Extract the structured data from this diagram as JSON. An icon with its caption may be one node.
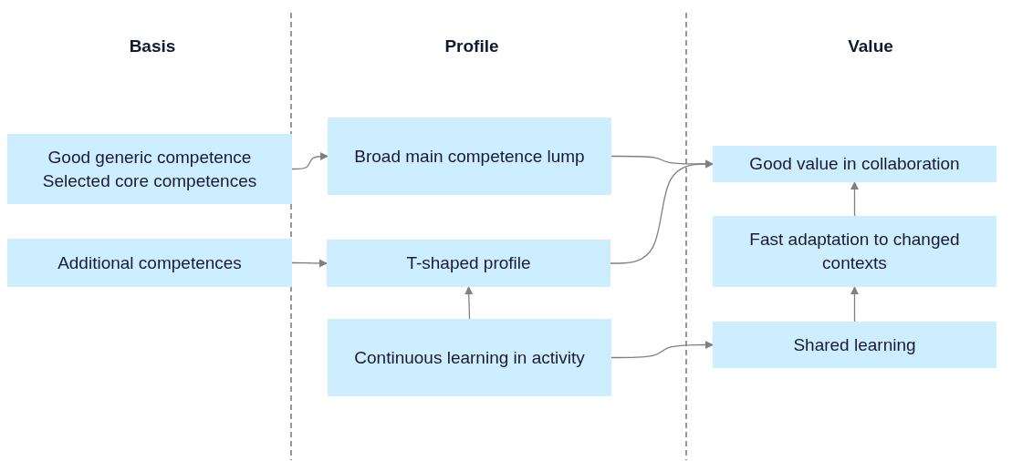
{
  "diagram": {
    "nodes": [
      {
        "text": [
          "Good generic competence",
          "Selected core competences"
        ]
      },
      {
        "text": [
          "Additional  competences"
        ]
      },
      {
        "text": [
          "Broad  main  competence lump"
        ]
      },
      {
        "text": [
          "T-shaped profile"
        ]
      },
      {
        "text": [
          "Continuous  learning in activity"
        ]
      },
      {
        "text": [
          "Good value in collaboration"
        ]
      },
      {
        "text": [
          "Fast adaptation to changed contexts"
        ]
      },
      {
        "text": [
          "Shared learning"
        ]
      }
    ],
    "edges": [
      {
        "from": 0,
        "to": 2,
        "arrow": "to"
      },
      {
        "from": 1,
        "to": 3,
        "arrow": "to"
      },
      {
        "from": 2,
        "to": 5,
        "arrow": "to"
      },
      {
        "from": 3,
        "to": 5,
        "arrow": "to"
      },
      {
        "from": 4,
        "to": 3,
        "arrow": "to"
      },
      {
        "from": 4,
        "to": 7,
        "arrow": "to"
      },
      {
        "from": 7,
        "to": 6,
        "arrow": "to"
      },
      {
        "from": 6,
        "to": 5,
        "arrow": "to"
      }
    ],
    "labels": [
      "Basis",
      "Profile",
      "Value"
    ]
  }
}
